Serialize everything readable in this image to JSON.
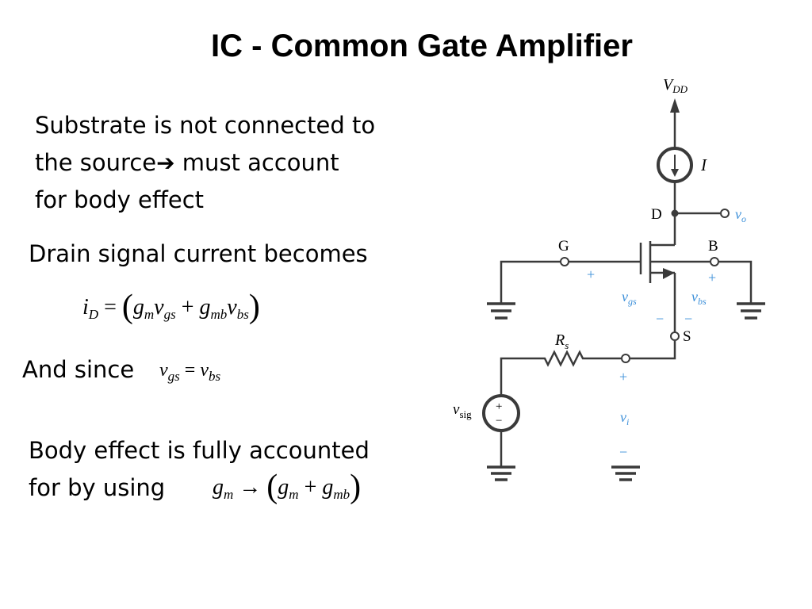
{
  "slide": {
    "title": "IC - Common Gate Amplifier",
    "para1_line1": "Substrate is not connected to",
    "para1_line2_a": "the source",
    "para1_line2_b": " must account",
    "para1_line3": "for body effect",
    "para2": "Drain signal current becomes",
    "para3": "And since",
    "para4_line1": "Body effect is fully accounted",
    "para4_line2": "for by using"
  },
  "equations": {
    "eq1": {
      "lhs": "i",
      "lhs_sub": "D",
      "equals": "=",
      "t1": "g",
      "t1_sub": "m",
      "t2": "v",
      "t2_sub": "gs",
      "plus": "+",
      "t3": "g",
      "t3_sub": "mb",
      "t4": "v",
      "t4_sub": "bs"
    },
    "eq2": {
      "a": "v",
      "a_sub": "gs",
      "equals": "=",
      "b": "v",
      "b_sub": "bs"
    },
    "eq3": {
      "a": "g",
      "a_sub": "m",
      "arrow": "→",
      "b": "g",
      "b_sub": "m",
      "plus": "+",
      "c": "g",
      "c_sub": "mb"
    }
  },
  "circuit": {
    "vdd": "V",
    "vdd_sub": "DD",
    "current": "I",
    "drain": "D",
    "gate": "G",
    "bulk": "B",
    "source": "S",
    "vo": "v",
    "vo_sub": "o",
    "vgs": "v",
    "vgs_sub": "gs",
    "vbs": "v",
    "vbs_sub": "bs",
    "rs": "R",
    "rs_sub": "s",
    "vsig": "v",
    "vsig_sub": "sig",
    "vi": "v",
    "vi_sub": "i",
    "plus": "+",
    "minus": "−",
    "accent_color": "#3b8fd9"
  }
}
